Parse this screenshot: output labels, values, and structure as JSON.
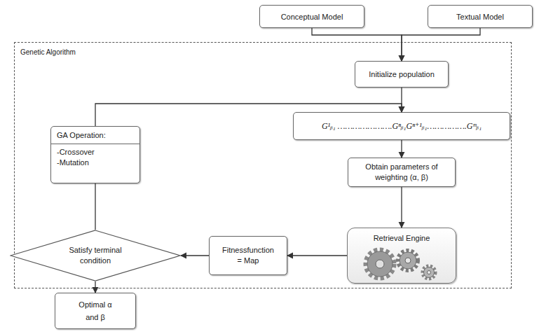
{
  "diagram": {
    "nodes": [
      {
        "text": [
          "Conceptual Model"
        ]
      },
      {
        "text": [
          "Textual Model"
        ]
      },
      {
        "text": [
          "Genetic Algorithm"
        ]
      },
      {
        "text": [
          "Initialize population"
        ],
        "in": 2
      },
      {
        "text": [
          "G¹ᵦ₁ ………………….Gⁿᵦ₁Gⁿ⁺¹ᵦ₁…………….Gᵐᵦ₁"
        ],
        "in": 2
      },
      {
        "text": [
          "GA Operation:",
          "-Crossover",
          "-Mutation"
        ],
        "in": 2
      },
      {
        "text": [
          "Obtain parameters of weighting (α, β)"
        ],
        "in": 2
      },
      {
        "text": [
          "Retrieval Engine"
        ],
        "in": 2
      },
      {
        "text": [
          "Fitnessfunction = Map"
        ],
        "in": 2
      },
      {
        "text": [
          "Satisfy terminal condition"
        ],
        "in": 2
      },
      {
        "text": [
          "Optimal α and β"
        ]
      }
    ],
    "edges": [
      {
        "from": 0,
        "to": 3,
        "arrow": "to"
      },
      {
        "from": 1,
        "to": 3,
        "arrow": "to"
      },
      {
        "from": 3,
        "to": 4,
        "arrow": "to"
      },
      {
        "from": 5,
        "to": 4,
        "arrow": "to"
      },
      {
        "from": 4,
        "to": 6,
        "arrow": "to"
      },
      {
        "from": 6,
        "to": 7,
        "arrow": "to"
      },
      {
        "from": 7,
        "to": 8,
        "arrow": "to"
      },
      {
        "from": 8,
        "to": 9,
        "arrow": "to"
      },
      {
        "from": 9,
        "to": 5,
        "arrow": "none"
      },
      {
        "from": 9,
        "to": 10,
        "arrow": "to"
      }
    ]
  }
}
